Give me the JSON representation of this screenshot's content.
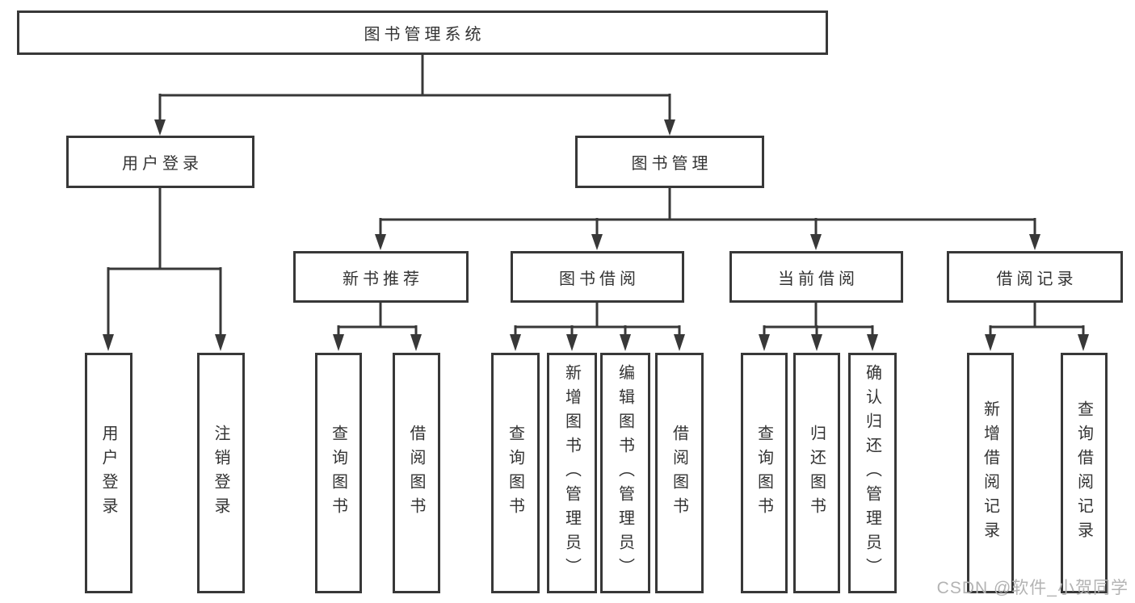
{
  "diagram": {
    "root": {
      "label": "图书管理系统"
    },
    "level1": {
      "user_login": {
        "label": "用户登录"
      },
      "book_management": {
        "label": "图书管理"
      }
    },
    "level2": {
      "new_book_recommend": {
        "label": "新书推荐"
      },
      "book_borrow": {
        "label": "图书借阅"
      },
      "current_borrow": {
        "label": "当前借阅"
      },
      "borrow_record": {
        "label": "借阅记录"
      }
    },
    "leaves": {
      "user_login": [
        "用户登录",
        "注销登录"
      ],
      "new_book_recommend": [
        "查询图书",
        "借阅图书"
      ],
      "book_borrow": [
        "查询图书",
        "新增图书（管理员）",
        "编辑图书（管理员）",
        "借阅图书"
      ],
      "current_borrow": [
        "查询图书",
        "归还图书",
        "确认归还（管理员）"
      ],
      "borrow_record": [
        "新增借阅记录",
        "查询借阅记录"
      ]
    }
  },
  "watermark": {
    "text": "CSDN @软件_小贺同学"
  },
  "colors": {
    "line": "#383838",
    "box_border": "#383838",
    "box_fill": "#ffffff",
    "text": "#333333",
    "watermark": "#b3b3b3",
    "background": "#ffffff"
  }
}
